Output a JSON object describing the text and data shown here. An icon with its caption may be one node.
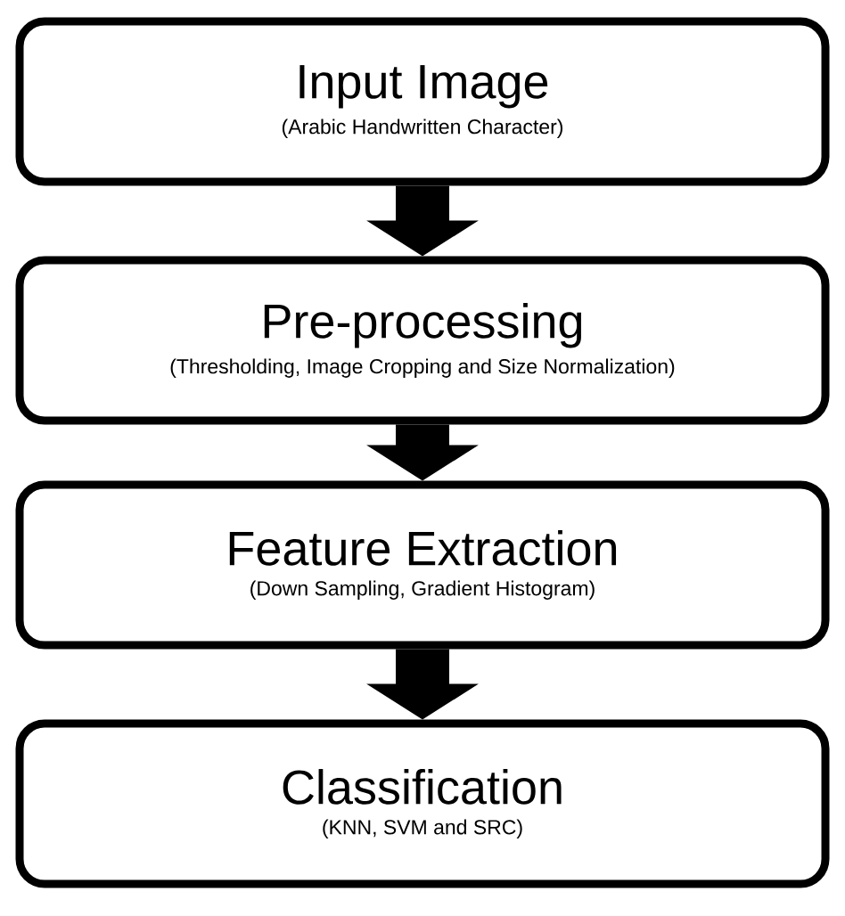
{
  "diagram": {
    "nodes": [
      {
        "text": [
          "Input Image",
          "(Arabic Handwritten Character)"
        ]
      },
      {
        "text": [
          "Pre-processing",
          "(Thresholding, Image Cropping and Size Normalization)"
        ]
      },
      {
        "text": [
          "Feature Extraction",
          "(Down Sampling, Gradient Histogram)"
        ]
      },
      {
        "text": [
          "Classification",
          "(KNN, SVM and SRC)"
        ]
      }
    ],
    "edges": [
      {
        "from": 0,
        "to": 1,
        "arrow": "to"
      },
      {
        "from": 1,
        "to": 2,
        "arrow": "to"
      },
      {
        "from": 2,
        "to": 3,
        "arrow": "to"
      }
    ]
  }
}
